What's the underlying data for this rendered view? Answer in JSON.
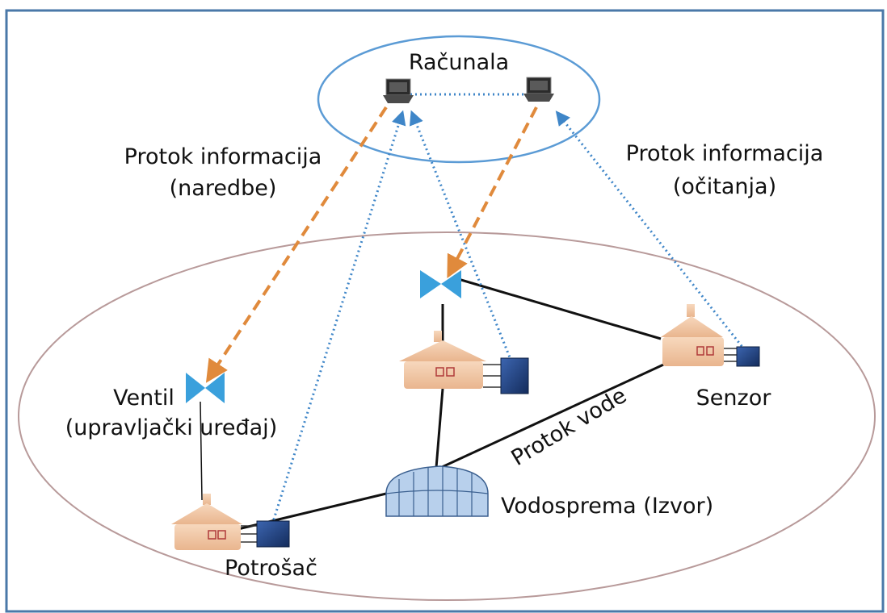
{
  "labels": {
    "computers": "Računala",
    "info_flow_left": "Protok informacija",
    "info_flow_left_sub": "(naredbe)",
    "info_flow_right": "Protok informacija",
    "info_flow_right_sub": "(očitanja)",
    "valve": "Ventil",
    "valve_sub": "(upravljački uređaj)",
    "water_flow": "Protok vode",
    "sensor": "Senzor",
    "reservoir": "Vodosprema (Izvor)",
    "consumer": "Potrošač"
  },
  "colors": {
    "frame_border": "#4a78a8",
    "top_ellipse": "#5b9bd5",
    "bottom_ellipse": "#b89a9a",
    "command_dash": "#e08a3c",
    "reading_dots": "#3f86c8",
    "valve": "#3aa0dc",
    "house": "#f3c9a8",
    "sensor_box": "#1f3f7a",
    "reservoir": "#b8d0ec",
    "pipe": "#111111"
  },
  "icons": [
    "laptop-icon",
    "valve-icon",
    "house-icon",
    "sensor-icon",
    "reservoir-icon"
  ]
}
